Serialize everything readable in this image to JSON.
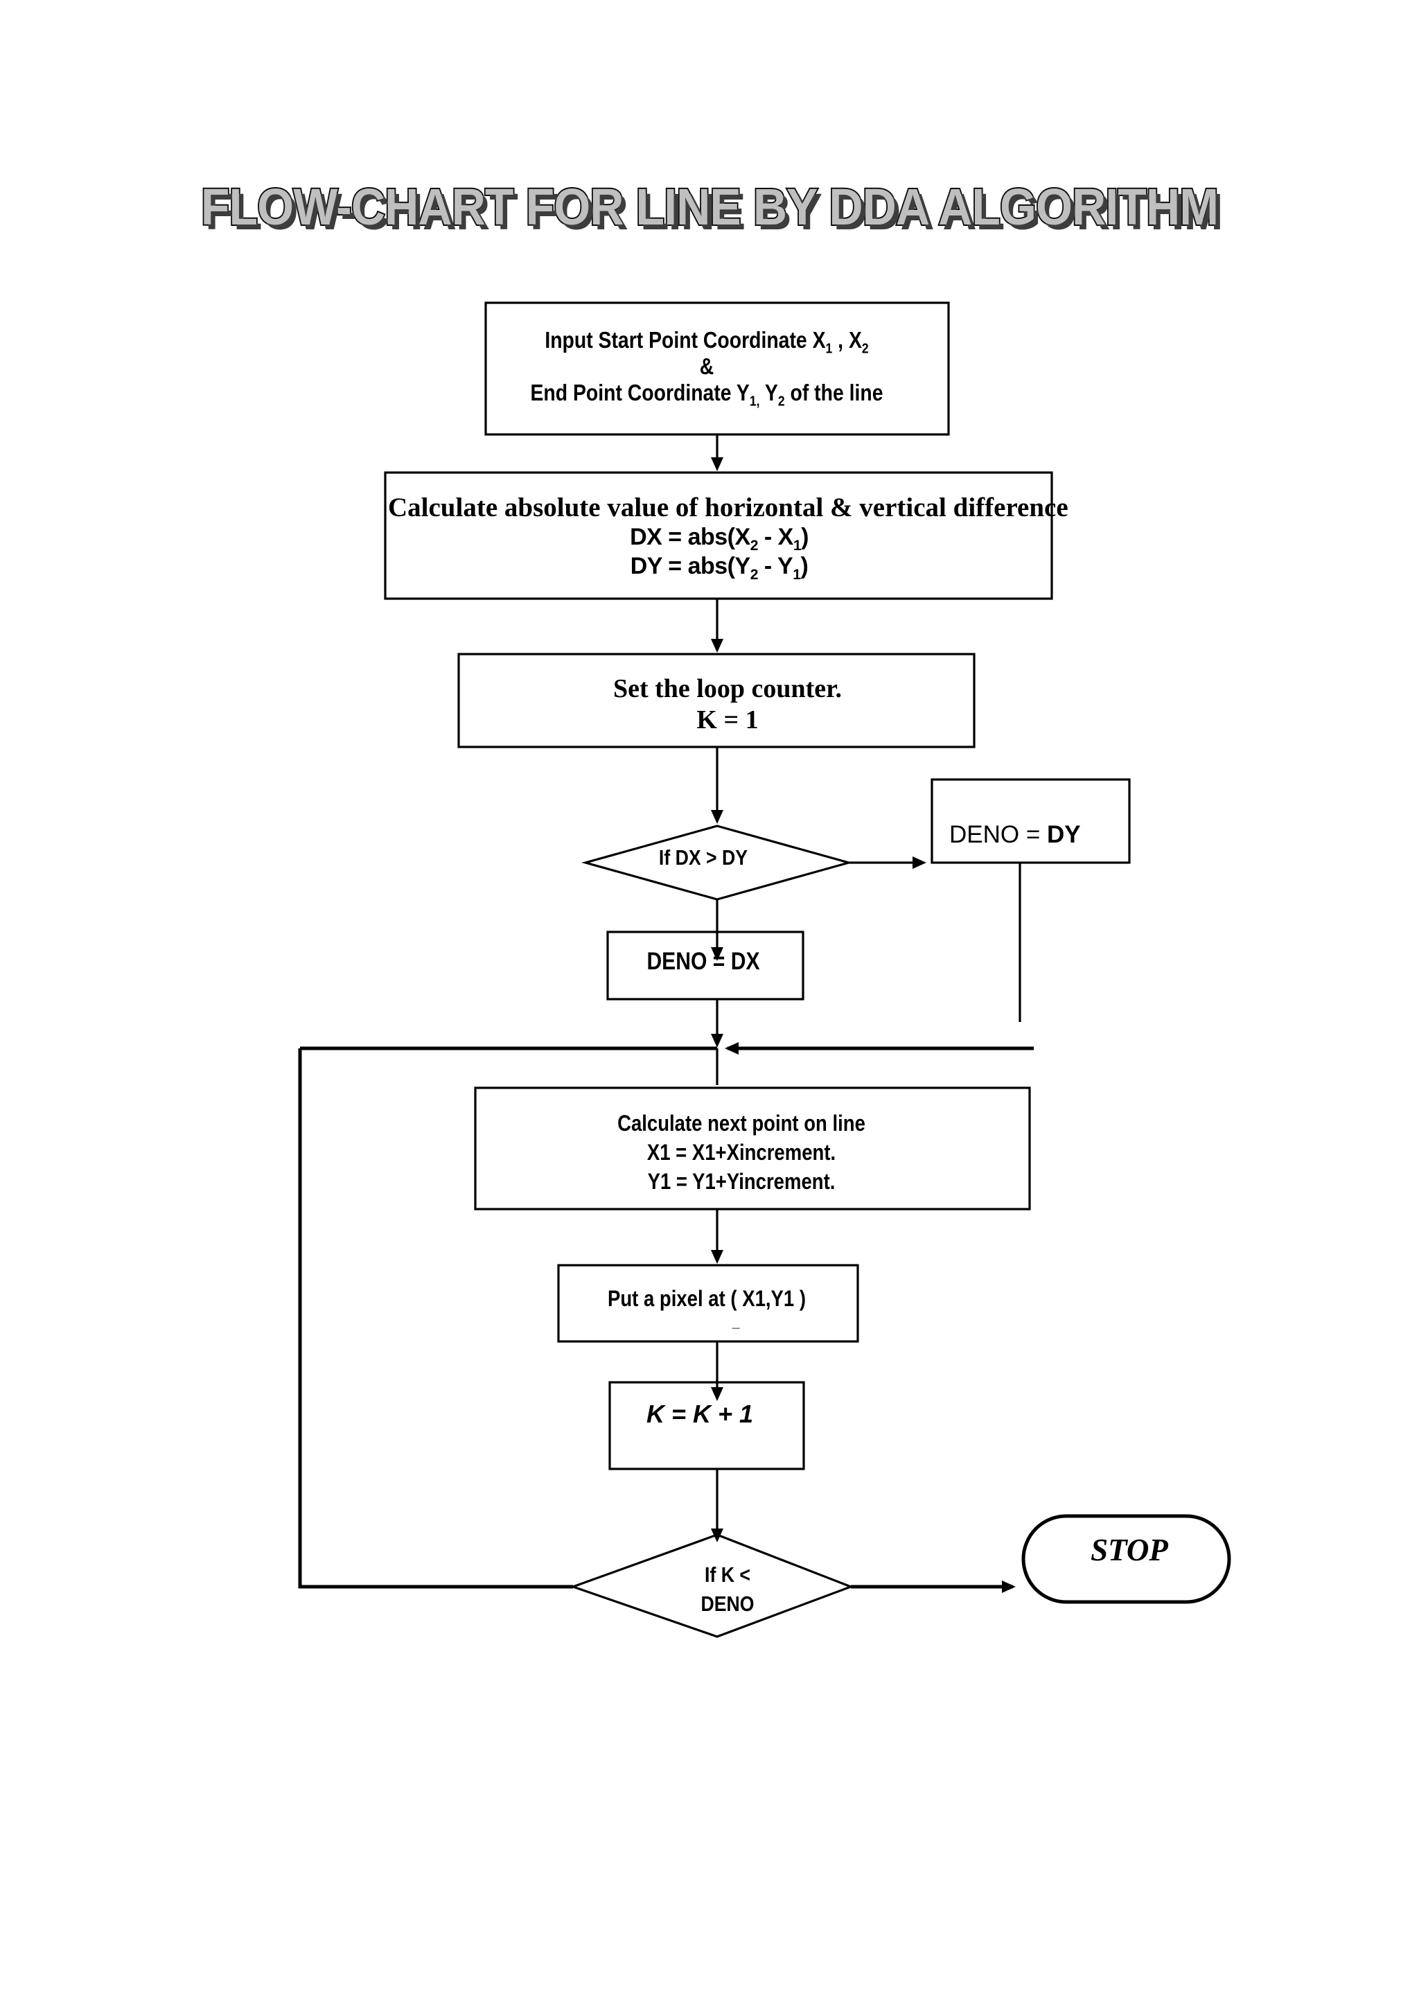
{
  "page": {
    "title": "FLOW-CHART FOR LINE BY DDA ALGORITHM",
    "background_color": "#ffffff",
    "line_color": "#000000",
    "title_fill_color": "#bfbfbf",
    "title_outline_color": "#0d0d0d",
    "title_shadow_color": "#3d3d3d"
  },
  "chart_data": {
    "type": "diagram",
    "diagram_kind": "flowchart",
    "title": "FLOW-CHART FOR LINE BY DDA ALGORITHM",
    "nodes": [
      {
        "id": "input",
        "shape": "rectangle",
        "lines": [
          "Input Start Point Coordinate X1 , X2",
          "&",
          "End Point Coordinate Y1, Y2 of the line"
        ]
      },
      {
        "id": "calc_diff",
        "shape": "rectangle",
        "lines": [
          "Calculate absolute value of horizontal & vertical difference",
          "DX = abs(X2 - X1)",
          "DY = abs(Y2 - Y1)"
        ]
      },
      {
        "id": "set_loop",
        "shape": "rectangle",
        "lines": [
          "Set the loop counter.",
          "K  = 1"
        ]
      },
      {
        "id": "if_dx_dy",
        "shape": "diamond",
        "lines": [
          "If DX > DY"
        ]
      },
      {
        "id": "deno_dy",
        "shape": "rectangle",
        "lines": [
          "DENO = DY"
        ]
      },
      {
        "id": "deno_dx",
        "shape": "rectangle",
        "lines": [
          "DENO = DX"
        ]
      },
      {
        "id": "next_point",
        "shape": "rectangle",
        "lines": [
          "Calculate next point on line",
          "X1 = X1+Xincrement.",
          "Y1 = Y1+Yincrement."
        ]
      },
      {
        "id": "put_pixel",
        "shape": "rectangle",
        "lines": [
          "Put a pixel at ( X1,Y1 )"
        ]
      },
      {
        "id": "k_plus_1",
        "shape": "rectangle",
        "lines": [
          "K = K + 1"
        ]
      },
      {
        "id": "if_k_deno",
        "shape": "diamond",
        "lines": [
          "If K <",
          "DENO"
        ]
      },
      {
        "id": "stop",
        "shape": "stadium",
        "lines": [
          "STOP"
        ]
      }
    ],
    "edges": [
      {
        "from": "input",
        "to": "calc_diff",
        "label": ""
      },
      {
        "from": "calc_diff",
        "to": "set_loop",
        "label": ""
      },
      {
        "from": "set_loop",
        "to": "if_dx_dy",
        "label": ""
      },
      {
        "from": "if_dx_dy",
        "to": "deno_dy",
        "label": ""
      },
      {
        "from": "if_dx_dy",
        "to": "deno_dx",
        "label": ""
      },
      {
        "from": "deno_dx",
        "to": "next_point",
        "label": ""
      },
      {
        "from": "deno_dy",
        "to": "next_point",
        "label": ""
      },
      {
        "from": "next_point",
        "to": "put_pixel",
        "label": ""
      },
      {
        "from": "put_pixel",
        "to": "k_plus_1",
        "label": ""
      },
      {
        "from": "k_plus_1",
        "to": "if_k_deno",
        "label": ""
      },
      {
        "from": "if_k_deno",
        "to": "stop",
        "label": ""
      },
      {
        "from": "if_k_deno",
        "to": "next_point",
        "label": ""
      }
    ]
  },
  "nodes": {
    "input": {
      "line1_pre": "Input Start Point Coordinate X",
      "line1_sub1": "1",
      "line1_mid": " , X",
      "line1_sub2": "2",
      "line2": "&",
      "line3_pre": "End Point Coordinate Y",
      "line3_sub1": "1,",
      "line3_mid": " Y",
      "line3_sub2": "2",
      "line3_post": " of the line"
    },
    "calc_diff": {
      "line1": "Calculate absolute value of horizontal & vertical difference",
      "line2_pre": "DX = abs(X",
      "line2_sub1": "2",
      "line2_mid": " - X",
      "line2_sub2": "1",
      "line2_post": ")",
      "line3_pre": "DY = abs(Y",
      "line3_sub1": "2",
      "line3_mid": " - Y",
      "line3_sub2": "1",
      "line3_post": ")"
    },
    "set_loop": {
      "line1": "Set the loop counter.",
      "line2": "K  = 1"
    },
    "if_dx_dy": {
      "label": "If DX > DY"
    },
    "deno_dy": {
      "prefix": "DENO = ",
      "value": "DY"
    },
    "deno_dx": {
      "prefix": "DENO = ",
      "value": "DX"
    },
    "next_point": {
      "line1": "Calculate next point on line",
      "line2": "X1 = X1+Xincrement.",
      "line3": "Y1 = Y1+Yincrement."
    },
    "put_pixel": {
      "label": "Put a pixel at ( X1,Y1 )",
      "artifact": "_"
    },
    "k_plus_1": {
      "label": "K = K + 1"
    },
    "if_k_deno": {
      "line1": "If K <",
      "line2": "DENO"
    },
    "stop": {
      "label": "STOP"
    }
  }
}
